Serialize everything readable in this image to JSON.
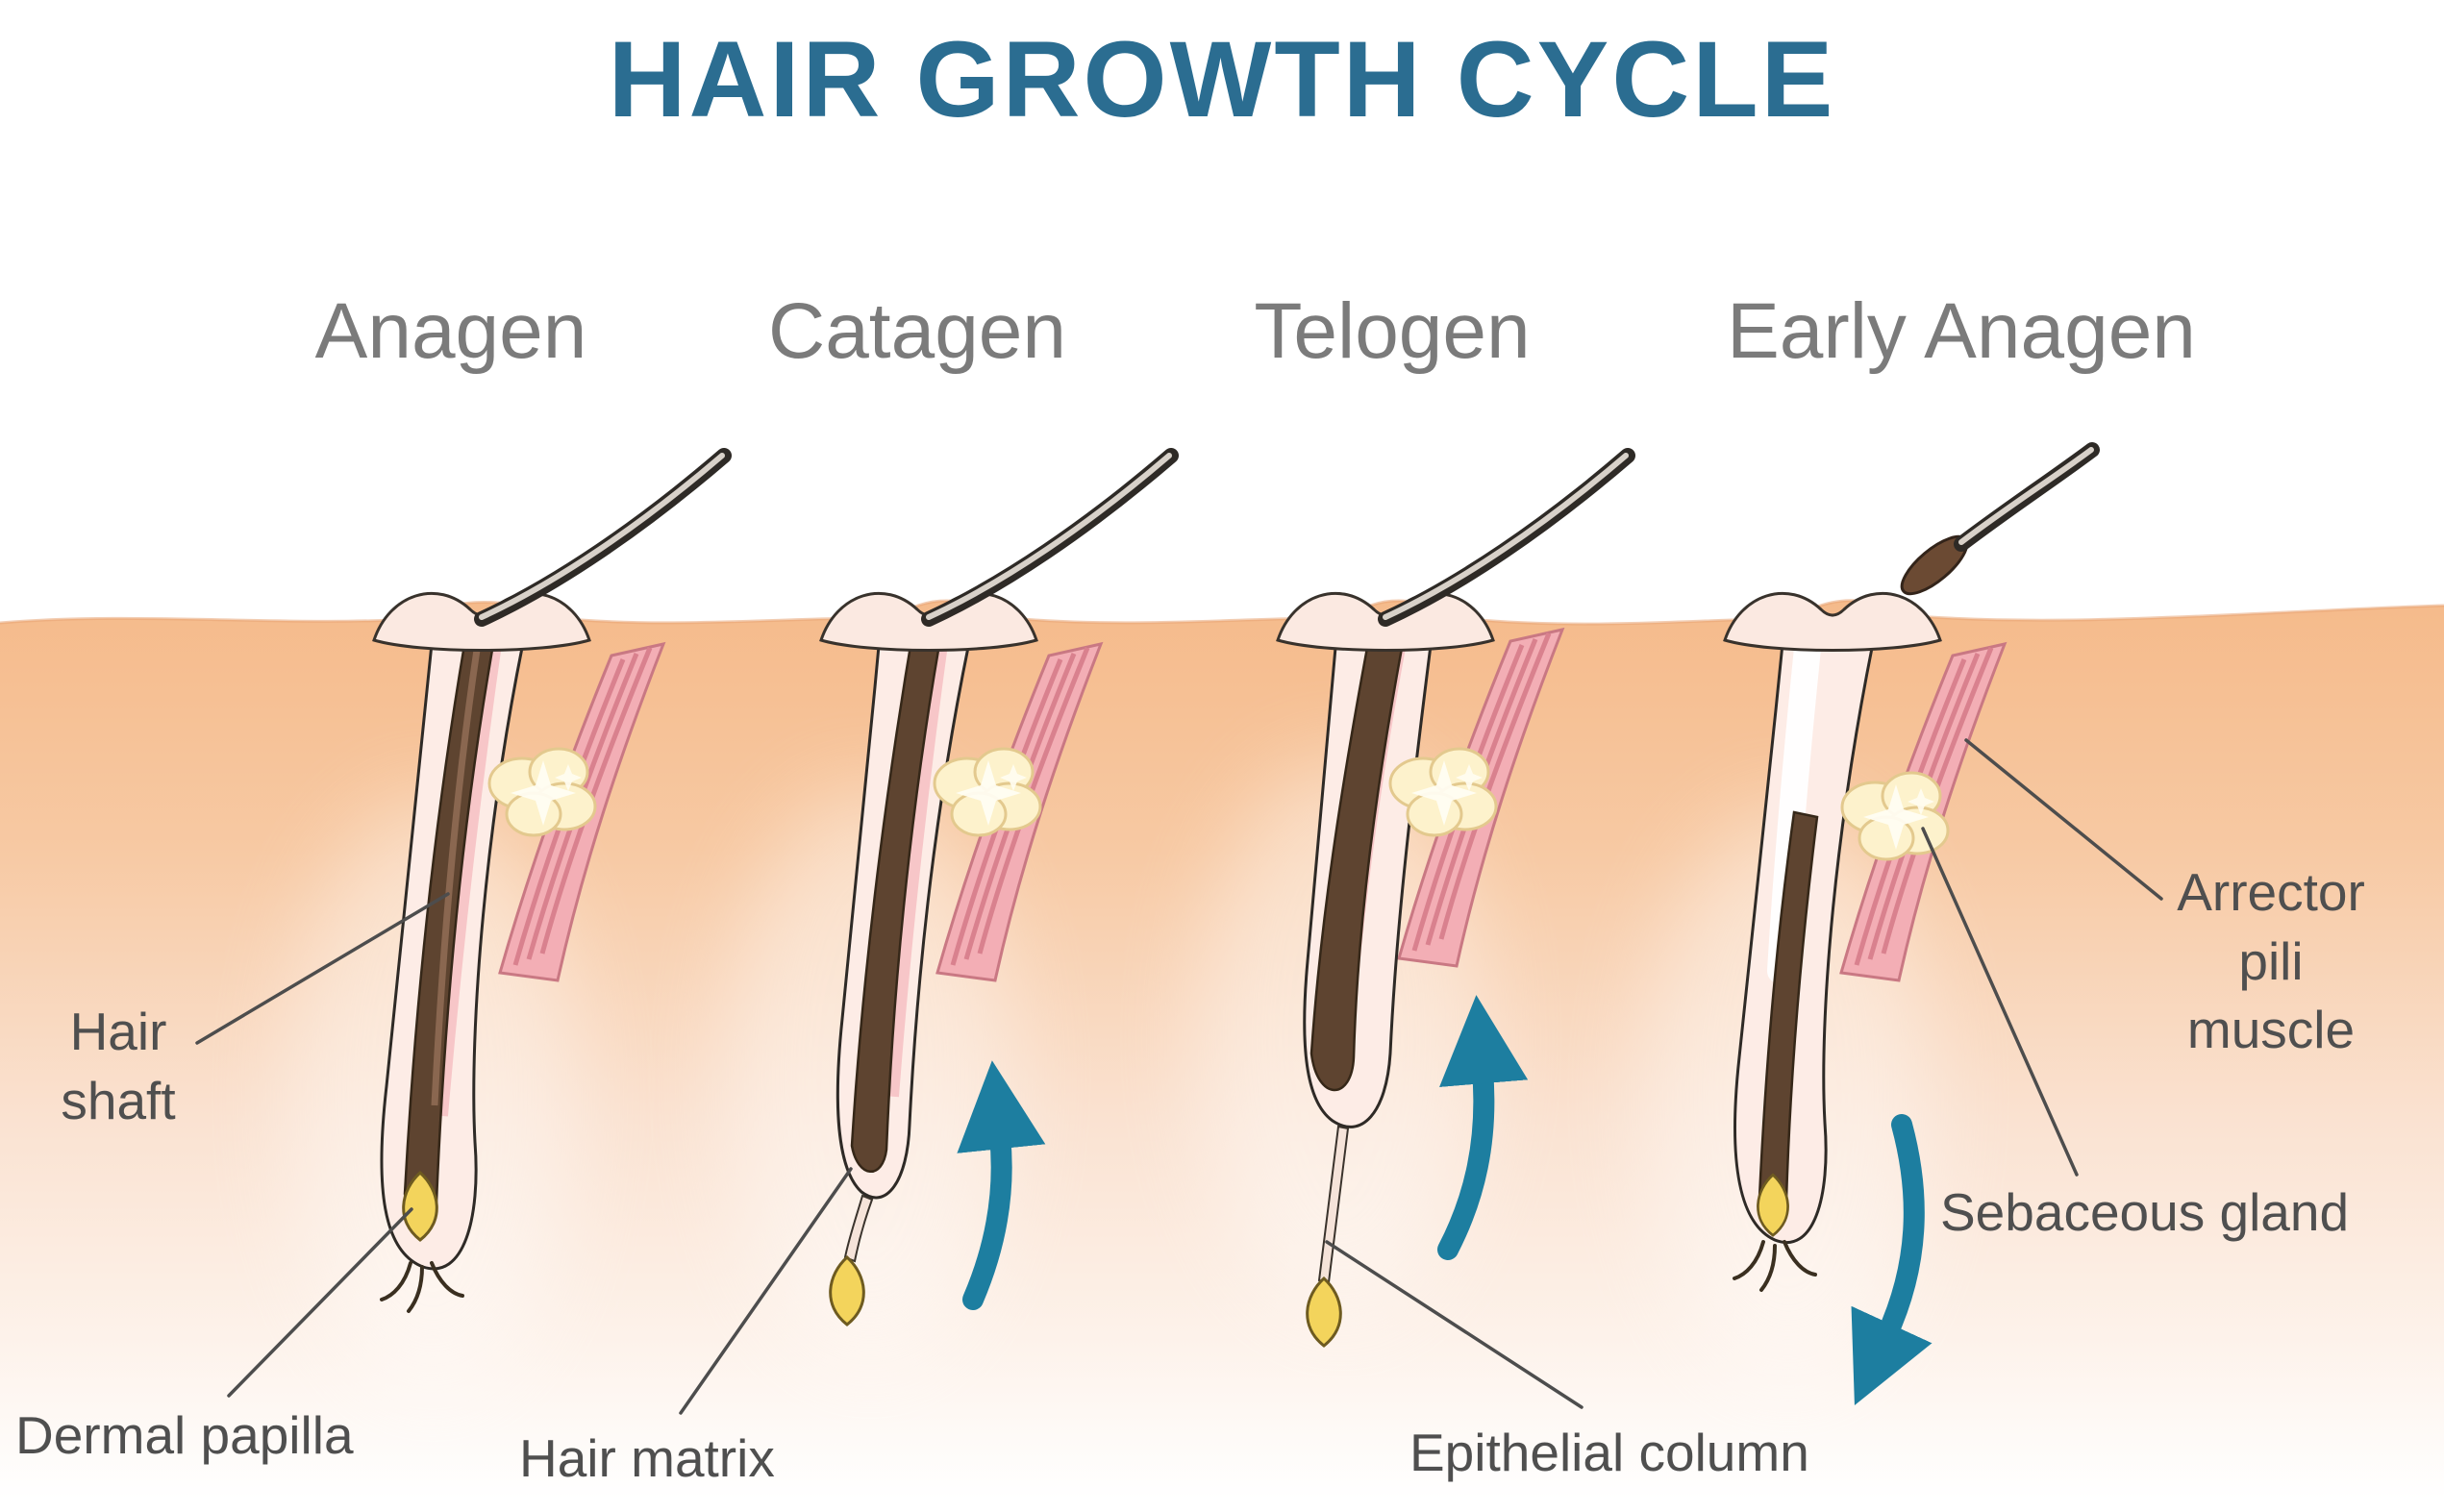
{
  "title": "HAIR GROWTH CYCLE",
  "stages": [
    {
      "label": "Anagen"
    },
    {
      "label": "Catagen"
    },
    {
      "label": "Telogen"
    },
    {
      "label": "Early Anagen"
    }
  ],
  "annotations": {
    "hair_shaft": "Hair\nshaft",
    "dermal_papilla": "Dermal papilla",
    "hair_matrix": "Hair matrix",
    "epithelial_column": "Epithelial column",
    "arrector_pili_muscle": "Arrector\npili muscle",
    "sebaceous_gland": "Sebaceous gland"
  },
  "colors": {
    "title": "#2B6D91",
    "stage_label": "#7B7B7B",
    "annotation_label": "#4F4F4F",
    "arrow_teal": "#1D7EA0",
    "skin_peach": "#F5BA8A",
    "hair_brown": "#5E4430",
    "papilla_yellow": "#F3D45C",
    "muscle_pink": "#F3AEB5",
    "gland_cream": "#FDF2CC"
  }
}
